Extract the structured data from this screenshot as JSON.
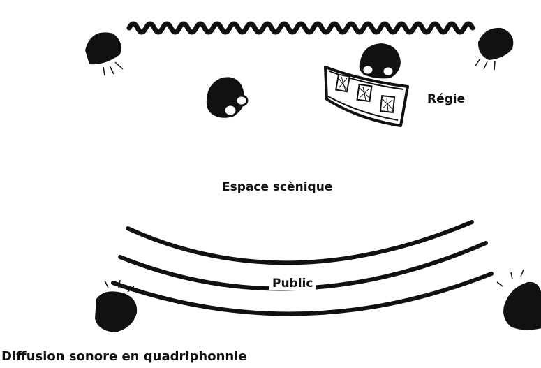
{
  "labels": {
    "regie": "Régie",
    "stage_area": "Espace scènique",
    "audience": "Public",
    "caption": "Diffusion sonore en quadriphonnie"
  },
  "colors": {
    "ink": "#111111",
    "background": "#ffffff"
  },
  "icons": {
    "speakers": [
      "speaker-icon",
      "speaker-icon",
      "speaker-icon",
      "speaker-icon"
    ],
    "performer": "performer-head-icon",
    "sound_engineer": "sound-engineer-icon",
    "console": "mixing-console-icon",
    "curtain": "wavy-curtain-icon",
    "audience_rows": "audience-row-icon"
  }
}
